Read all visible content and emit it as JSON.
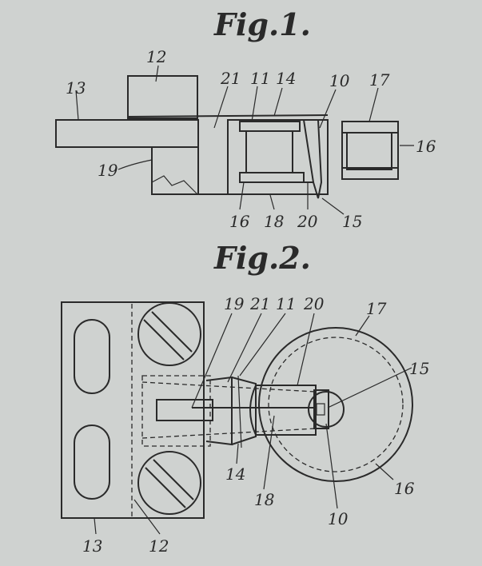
{
  "fig1": {
    "title": "Fig.1.",
    "labels": {
      "l12": "12",
      "l13": "13",
      "l21": "21",
      "l11": "11",
      "l14": "14",
      "l10": "10",
      "l17": "17",
      "l16r": "16",
      "l19": "19",
      "l16b": "16",
      "l18": "18",
      "l20": "20",
      "l15": "15"
    }
  },
  "fig2": {
    "title": "Fig.2.",
    "labels": {
      "l19": "19",
      "l21": "21",
      "l11": "11",
      "l20": "20",
      "l17": "17",
      "l15": "15",
      "l14": "14",
      "l18": "18",
      "l16": "16",
      "l10": "10",
      "l13": "13",
      "l12": "12"
    }
  }
}
